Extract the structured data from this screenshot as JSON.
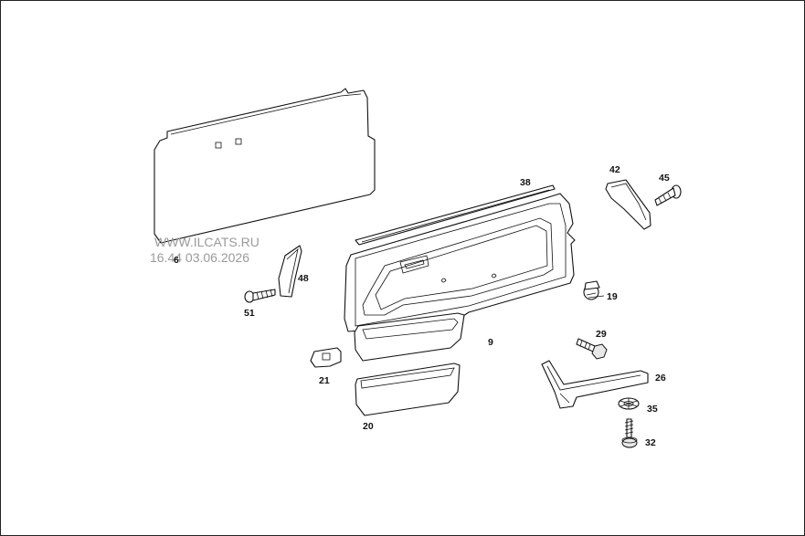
{
  "watermark": {
    "site": "WWW.ILCATS.RU",
    "datetime": "16.44 03.06.2026"
  },
  "callouts": [
    {
      "id": "p6",
      "text": "6"
    },
    {
      "id": "p38",
      "text": "38"
    },
    {
      "id": "p42",
      "text": "42"
    },
    {
      "id": "p45",
      "text": "45"
    },
    {
      "id": "p48",
      "text": "48"
    },
    {
      "id": "p51",
      "text": "51"
    },
    {
      "id": "p19",
      "text": "19"
    },
    {
      "id": "p9",
      "text": "9"
    },
    {
      "id": "p29",
      "text": "29"
    },
    {
      "id": "p21",
      "text": "21"
    },
    {
      "id": "p26",
      "text": "26"
    },
    {
      "id": "p35",
      "text": "35"
    },
    {
      "id": "p20",
      "text": "20"
    },
    {
      "id": "p32",
      "text": "32"
    }
  ]
}
